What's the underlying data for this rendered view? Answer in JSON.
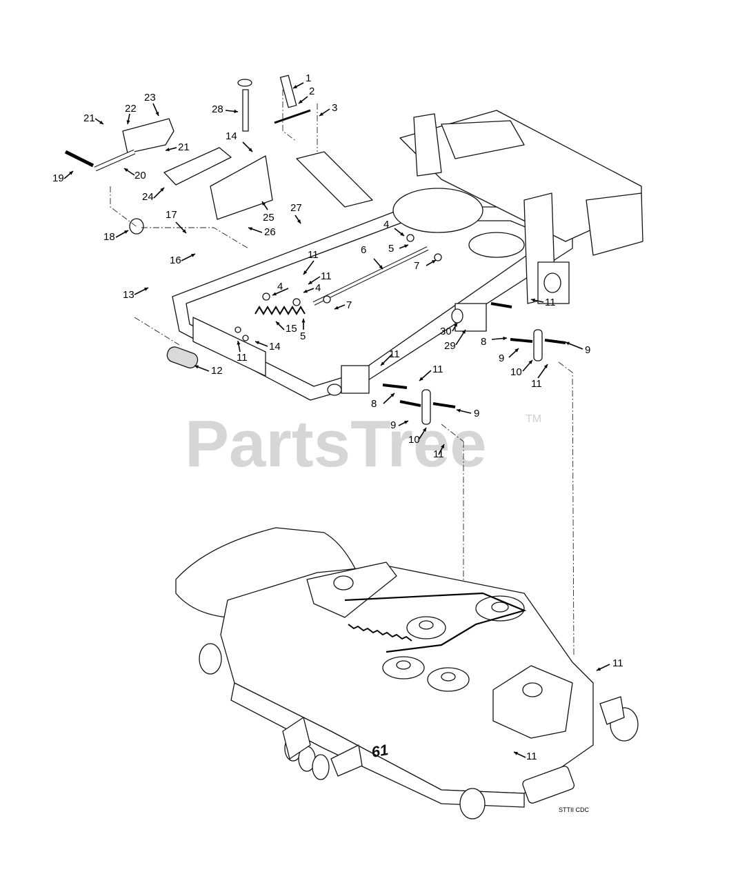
{
  "watermark": {
    "text": "PartsTree",
    "trademark": "TM"
  },
  "drawing_code": "STTII CDC",
  "deck_label": "61",
  "callouts": [
    {
      "id": "c1",
      "label": "1"
    },
    {
      "id": "c2",
      "label": "2"
    },
    {
      "id": "c3",
      "label": "3"
    },
    {
      "id": "c4a",
      "label": "4"
    },
    {
      "id": "c4b",
      "label": "4"
    },
    {
      "id": "c4c",
      "label": "4"
    },
    {
      "id": "c5a",
      "label": "5"
    },
    {
      "id": "c5b",
      "label": "5"
    },
    {
      "id": "c6",
      "label": "6"
    },
    {
      "id": "c7a",
      "label": "7"
    },
    {
      "id": "c7b",
      "label": "7"
    },
    {
      "id": "c8a",
      "label": "8"
    },
    {
      "id": "c8b",
      "label": "8"
    },
    {
      "id": "c9a",
      "label": "9"
    },
    {
      "id": "c9b",
      "label": "9"
    },
    {
      "id": "c9c",
      "label": "9"
    },
    {
      "id": "c9d",
      "label": "9"
    },
    {
      "id": "c10a",
      "label": "10"
    },
    {
      "id": "c10b",
      "label": "10"
    },
    {
      "id": "c11a",
      "label": "11"
    },
    {
      "id": "c11b",
      "label": "11"
    },
    {
      "id": "c11c",
      "label": "11"
    },
    {
      "id": "c11d",
      "label": "11"
    },
    {
      "id": "c11e",
      "label": "11"
    },
    {
      "id": "c11f",
      "label": "11"
    },
    {
      "id": "c11g",
      "label": "11"
    },
    {
      "id": "c11h",
      "label": "11"
    },
    {
      "id": "c11i",
      "label": "11"
    },
    {
      "id": "c11j",
      "label": "11"
    },
    {
      "id": "c12",
      "label": "12"
    },
    {
      "id": "c13",
      "label": "13"
    },
    {
      "id": "c14a",
      "label": "14"
    },
    {
      "id": "c14b",
      "label": "14"
    },
    {
      "id": "c15",
      "label": "15"
    },
    {
      "id": "c16",
      "label": "16"
    },
    {
      "id": "c17",
      "label": "17"
    },
    {
      "id": "c18",
      "label": "18"
    },
    {
      "id": "c19",
      "label": "19"
    },
    {
      "id": "c20",
      "label": "20"
    },
    {
      "id": "c21a",
      "label": "21"
    },
    {
      "id": "c21b",
      "label": "21"
    },
    {
      "id": "c22",
      "label": "22"
    },
    {
      "id": "c23",
      "label": "23"
    },
    {
      "id": "c24",
      "label": "24"
    },
    {
      "id": "c25",
      "label": "25"
    },
    {
      "id": "c26",
      "label": "26"
    },
    {
      "id": "c27",
      "label": "27"
    },
    {
      "id": "c28",
      "label": "28"
    },
    {
      "id": "c29",
      "label": "29"
    },
    {
      "id": "c30",
      "label": "30"
    }
  ]
}
